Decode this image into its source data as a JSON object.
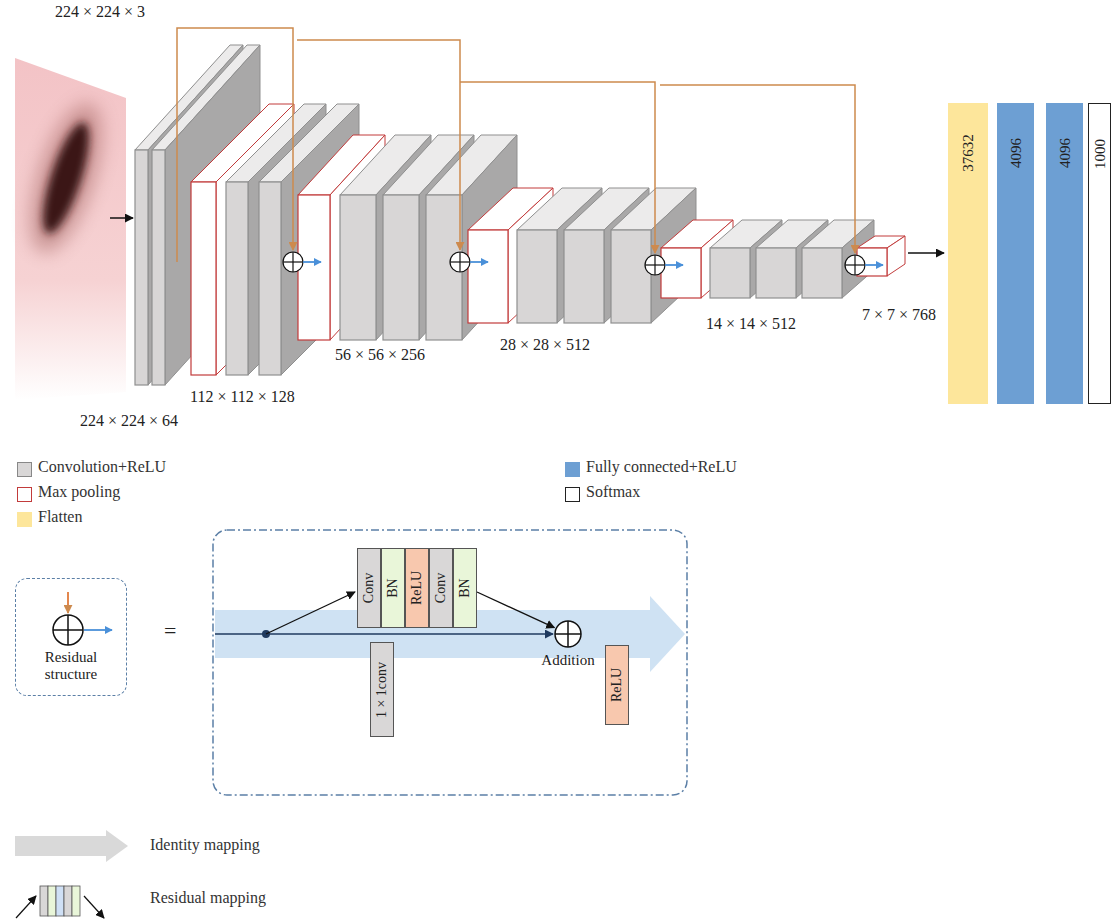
{
  "diagram": {
    "nodes": [
      {
        "text": [
          "37632"
        ]
      },
      {
        "text": [
          "4096"
        ]
      },
      {
        "text": [
          "4096"
        ]
      },
      {
        "text": [
          "1000"
        ]
      },
      {
        "text": [
          "Residual structure"
        ]
      },
      {
        "text": [
          "Conv"
        ]
      },
      {
        "text": [
          "BN"
        ]
      },
      {
        "text": [
          "ReLU"
        ]
      },
      {
        "text": [
          "Conv"
        ]
      },
      {
        "text": [
          "BN"
        ]
      },
      {
        "text": [
          "1 × 1conv"
        ]
      },
      {
        "text": [
          "Addition"
        ]
      },
      {
        "text": [
          "ReLU"
        ]
      }
    ],
    "edges": [
      {
        "from": 9,
        "to": 11,
        "arrow": "to"
      }
    ],
    "labels": [
      "224 × 224 × 3",
      "224 × 224 × 64",
      "112 × 112 × 128",
      "56 × 56 × 256",
      "28 × 28 × 512",
      "14 × 14 × 512",
      "7 × 7 × 768",
      "="
    ],
    "legend": [
      {
        "text": "Convolution+ReLU",
        "color": "#d9d7d7"
      },
      {
        "text": "Max pooling"
      },
      {
        "text": "Flatten",
        "color": "#fde69b"
      },
      {
        "text": "Fully connected+ReLU",
        "color": "#6d9fd3"
      },
      {
        "text": "Softmax"
      },
      {
        "text": "Identity mapping"
      },
      {
        "text": "Residual mapping"
      }
    ]
  }
}
